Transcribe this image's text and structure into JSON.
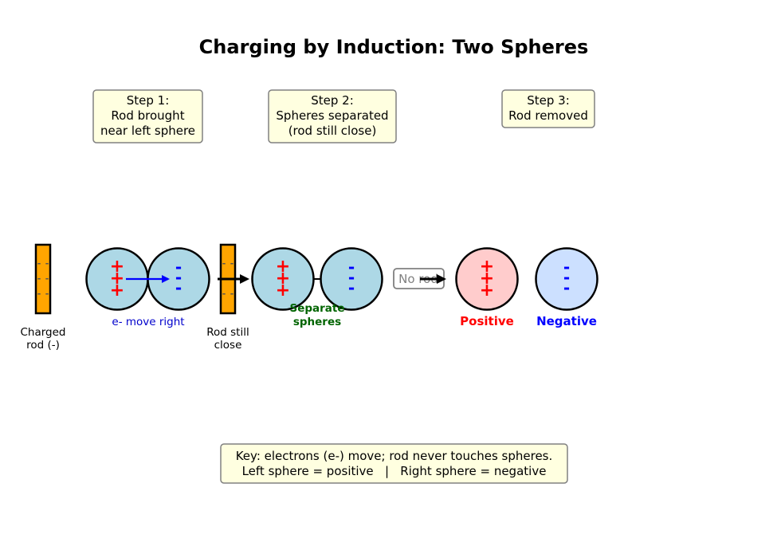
{
  "title": "Charging by Induction: Two Spheres",
  "steps": [
    {
      "lines": [
        "Step 1:",
        "Rod brought",
        "near left sphere"
      ]
    },
    {
      "lines": [
        "Step 2:",
        "Spheres separated",
        "(rod still close)"
      ]
    },
    {
      "lines": [
        "Step 3:",
        "Rod removed"
      ]
    }
  ],
  "labels": {
    "charged_rod": [
      "Charged",
      "rod (-)"
    ],
    "electron_move": "e- move right",
    "rod_still_close": [
      "Rod still",
      "close"
    ],
    "separate_spheres": [
      "Separate",
      "spheres"
    ],
    "no_rod": "No rod",
    "positive": "Positive",
    "negative": "Negative"
  },
  "key": {
    "line1": "Key: electrons (e-) move; rod never touches spheres.",
    "line2": "Left sphere = positive   |   Right sphere = negative"
  },
  "colors": {
    "rod": "#ffa500",
    "sphere_neutral": "#add8e6",
    "sphere_positive": "#ffcccc",
    "sphere_negative": "#cce0ff",
    "positive": "#ff0000",
    "negative": "#0000ff",
    "separate_label": "#006400",
    "box_fill": "#ffffe0",
    "box_stroke": "#808080"
  },
  "symbols": {
    "plus": "+",
    "minus": "-"
  }
}
